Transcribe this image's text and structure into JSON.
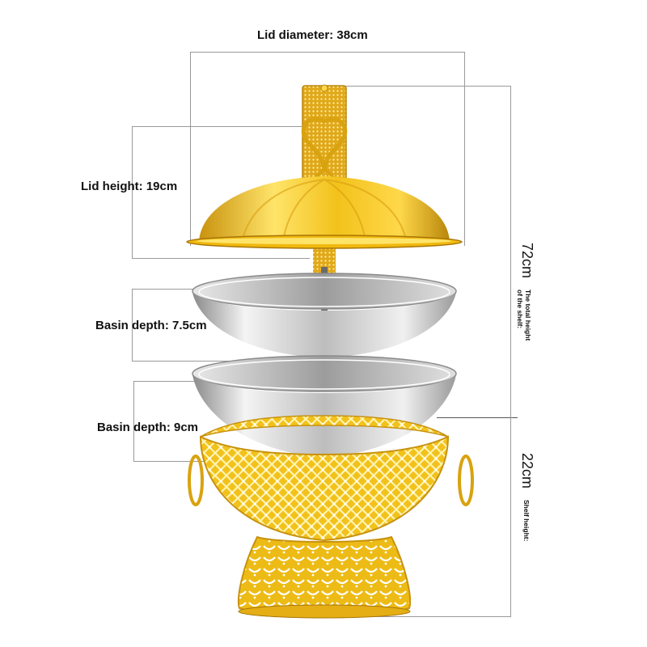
{
  "annotations": {
    "lid_diameter": "Lid diameter: 38cm",
    "lid_height": "Lid height: 19cm",
    "basin_depth_top": "Basin depth: 7.5cm",
    "basin_depth_bottom": "Basin depth: 9cm",
    "total_height_value": "72cm",
    "total_height_label_line1": "The total height",
    "total_height_label_line2": "of the shelf:",
    "shelf_height_value": "22cm",
    "shelf_height_label": "Shelf height:"
  },
  "product": {
    "name": "gold-lidded-double-basin-hot-pot-stand",
    "colors": {
      "gold_light": "#FFE46A",
      "gold": "#F2C21B",
      "gold_dark": "#B8860B",
      "steel_light": "#F4F4F4",
      "steel": "#C9C9C9",
      "steel_dark": "#7A7A7A",
      "line": "#9A9A9A"
    }
  }
}
